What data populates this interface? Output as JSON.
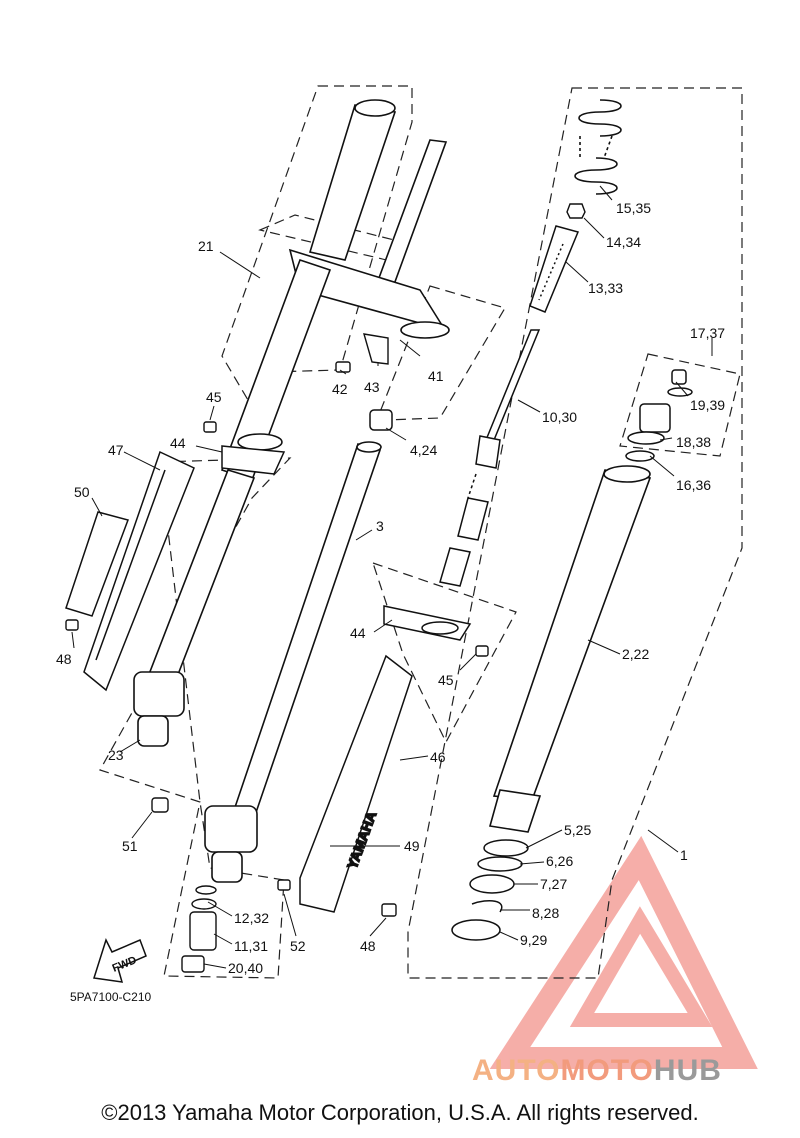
{
  "callouts": [
    {
      "id": "c1",
      "text": "15,35"
    },
    {
      "id": "c2",
      "text": "14,34"
    },
    {
      "id": "c3",
      "text": "13,33"
    },
    {
      "id": "c4",
      "text": "17,37"
    },
    {
      "id": "c5",
      "text": "19,39"
    },
    {
      "id": "c6",
      "text": "18,38"
    },
    {
      "id": "c7",
      "text": "16,36"
    },
    {
      "id": "c8",
      "text": "10,30"
    },
    {
      "id": "c9",
      "text": "21"
    },
    {
      "id": "c10",
      "text": "41"
    },
    {
      "id": "c11",
      "text": "42"
    },
    {
      "id": "c12",
      "text": "43"
    },
    {
      "id": "c13",
      "text": "45"
    },
    {
      "id": "c14",
      "text": "44"
    },
    {
      "id": "c15",
      "text": "4,24"
    },
    {
      "id": "c16",
      "text": "47"
    },
    {
      "id": "c17",
      "text": "50"
    },
    {
      "id": "c18",
      "text": "3"
    },
    {
      "id": "c19",
      "text": "48"
    },
    {
      "id": "c20",
      "text": "44"
    },
    {
      "id": "c21",
      "text": "45"
    },
    {
      "id": "c22",
      "text": "2,22"
    },
    {
      "id": "c23",
      "text": "23"
    },
    {
      "id": "c24",
      "text": "46"
    },
    {
      "id": "c25",
      "text": "5,25"
    },
    {
      "id": "c26",
      "text": "6,26"
    },
    {
      "id": "c27",
      "text": "7,27"
    },
    {
      "id": "c28",
      "text": "8,28"
    },
    {
      "id": "c29",
      "text": "9,29"
    },
    {
      "id": "c30",
      "text": "51"
    },
    {
      "id": "c31",
      "text": "49"
    },
    {
      "id": "c32",
      "text": "1"
    },
    {
      "id": "c33",
      "text": "12,32"
    },
    {
      "id": "c34",
      "text": "11,31"
    },
    {
      "id": "c35",
      "text": "20,40"
    },
    {
      "id": "c36",
      "text": "52"
    },
    {
      "id": "c37",
      "text": "48"
    }
  ],
  "fwd_label": "FWD",
  "guard_text": "YAMAHA",
  "diagram_code": "5PA7100-C210",
  "watermark": {
    "part1": "AUTO",
    "part2": "MOTO",
    "part3": "HUB",
    "color1": "#f4b183",
    "color2": "#f29b7d",
    "color3": "#9a9a9a",
    "logo_color": "#f4a09a"
  },
  "copyright": "©2013 Yamaha Motor Corporation, U.S.A. All rights reserved."
}
